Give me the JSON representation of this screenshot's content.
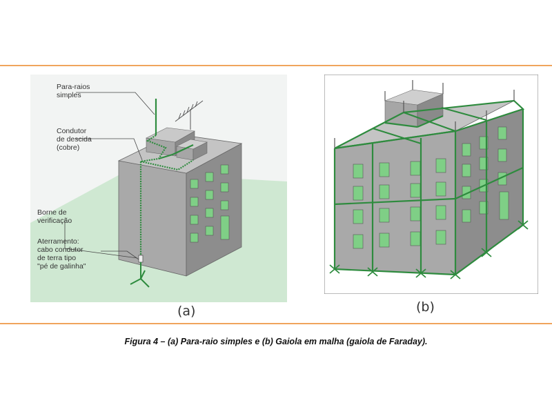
{
  "figure": {
    "caption": "Figura 4 – (a) Para-raio simples e (b) Gaiola em malha (gaiola de Faraday).",
    "panel_a": {
      "letter": "(a)",
      "labels": {
        "lightning_rod": [
          "Para-raios",
          "simples"
        ],
        "down_conductor": [
          "Condutor",
          "de descida",
          "(cobre)"
        ],
        "test_terminal": [
          "Borne de",
          "verificação"
        ],
        "grounding": [
          "Aterramento:",
          "cabo condutor",
          "de terra tipo",
          "\"pé de galinha\""
        ]
      }
    },
    "panel_b": {
      "letter": "(b)"
    }
  },
  "colors": {
    "rule": "#f0a45c",
    "conductor": "#2e8b3e",
    "ground": "#cfe8d2",
    "wall_front": "#a9a9a9",
    "wall_side": "#8d8d8d",
    "roof": "#c4c4c4",
    "window": "#7fcf86"
  }
}
